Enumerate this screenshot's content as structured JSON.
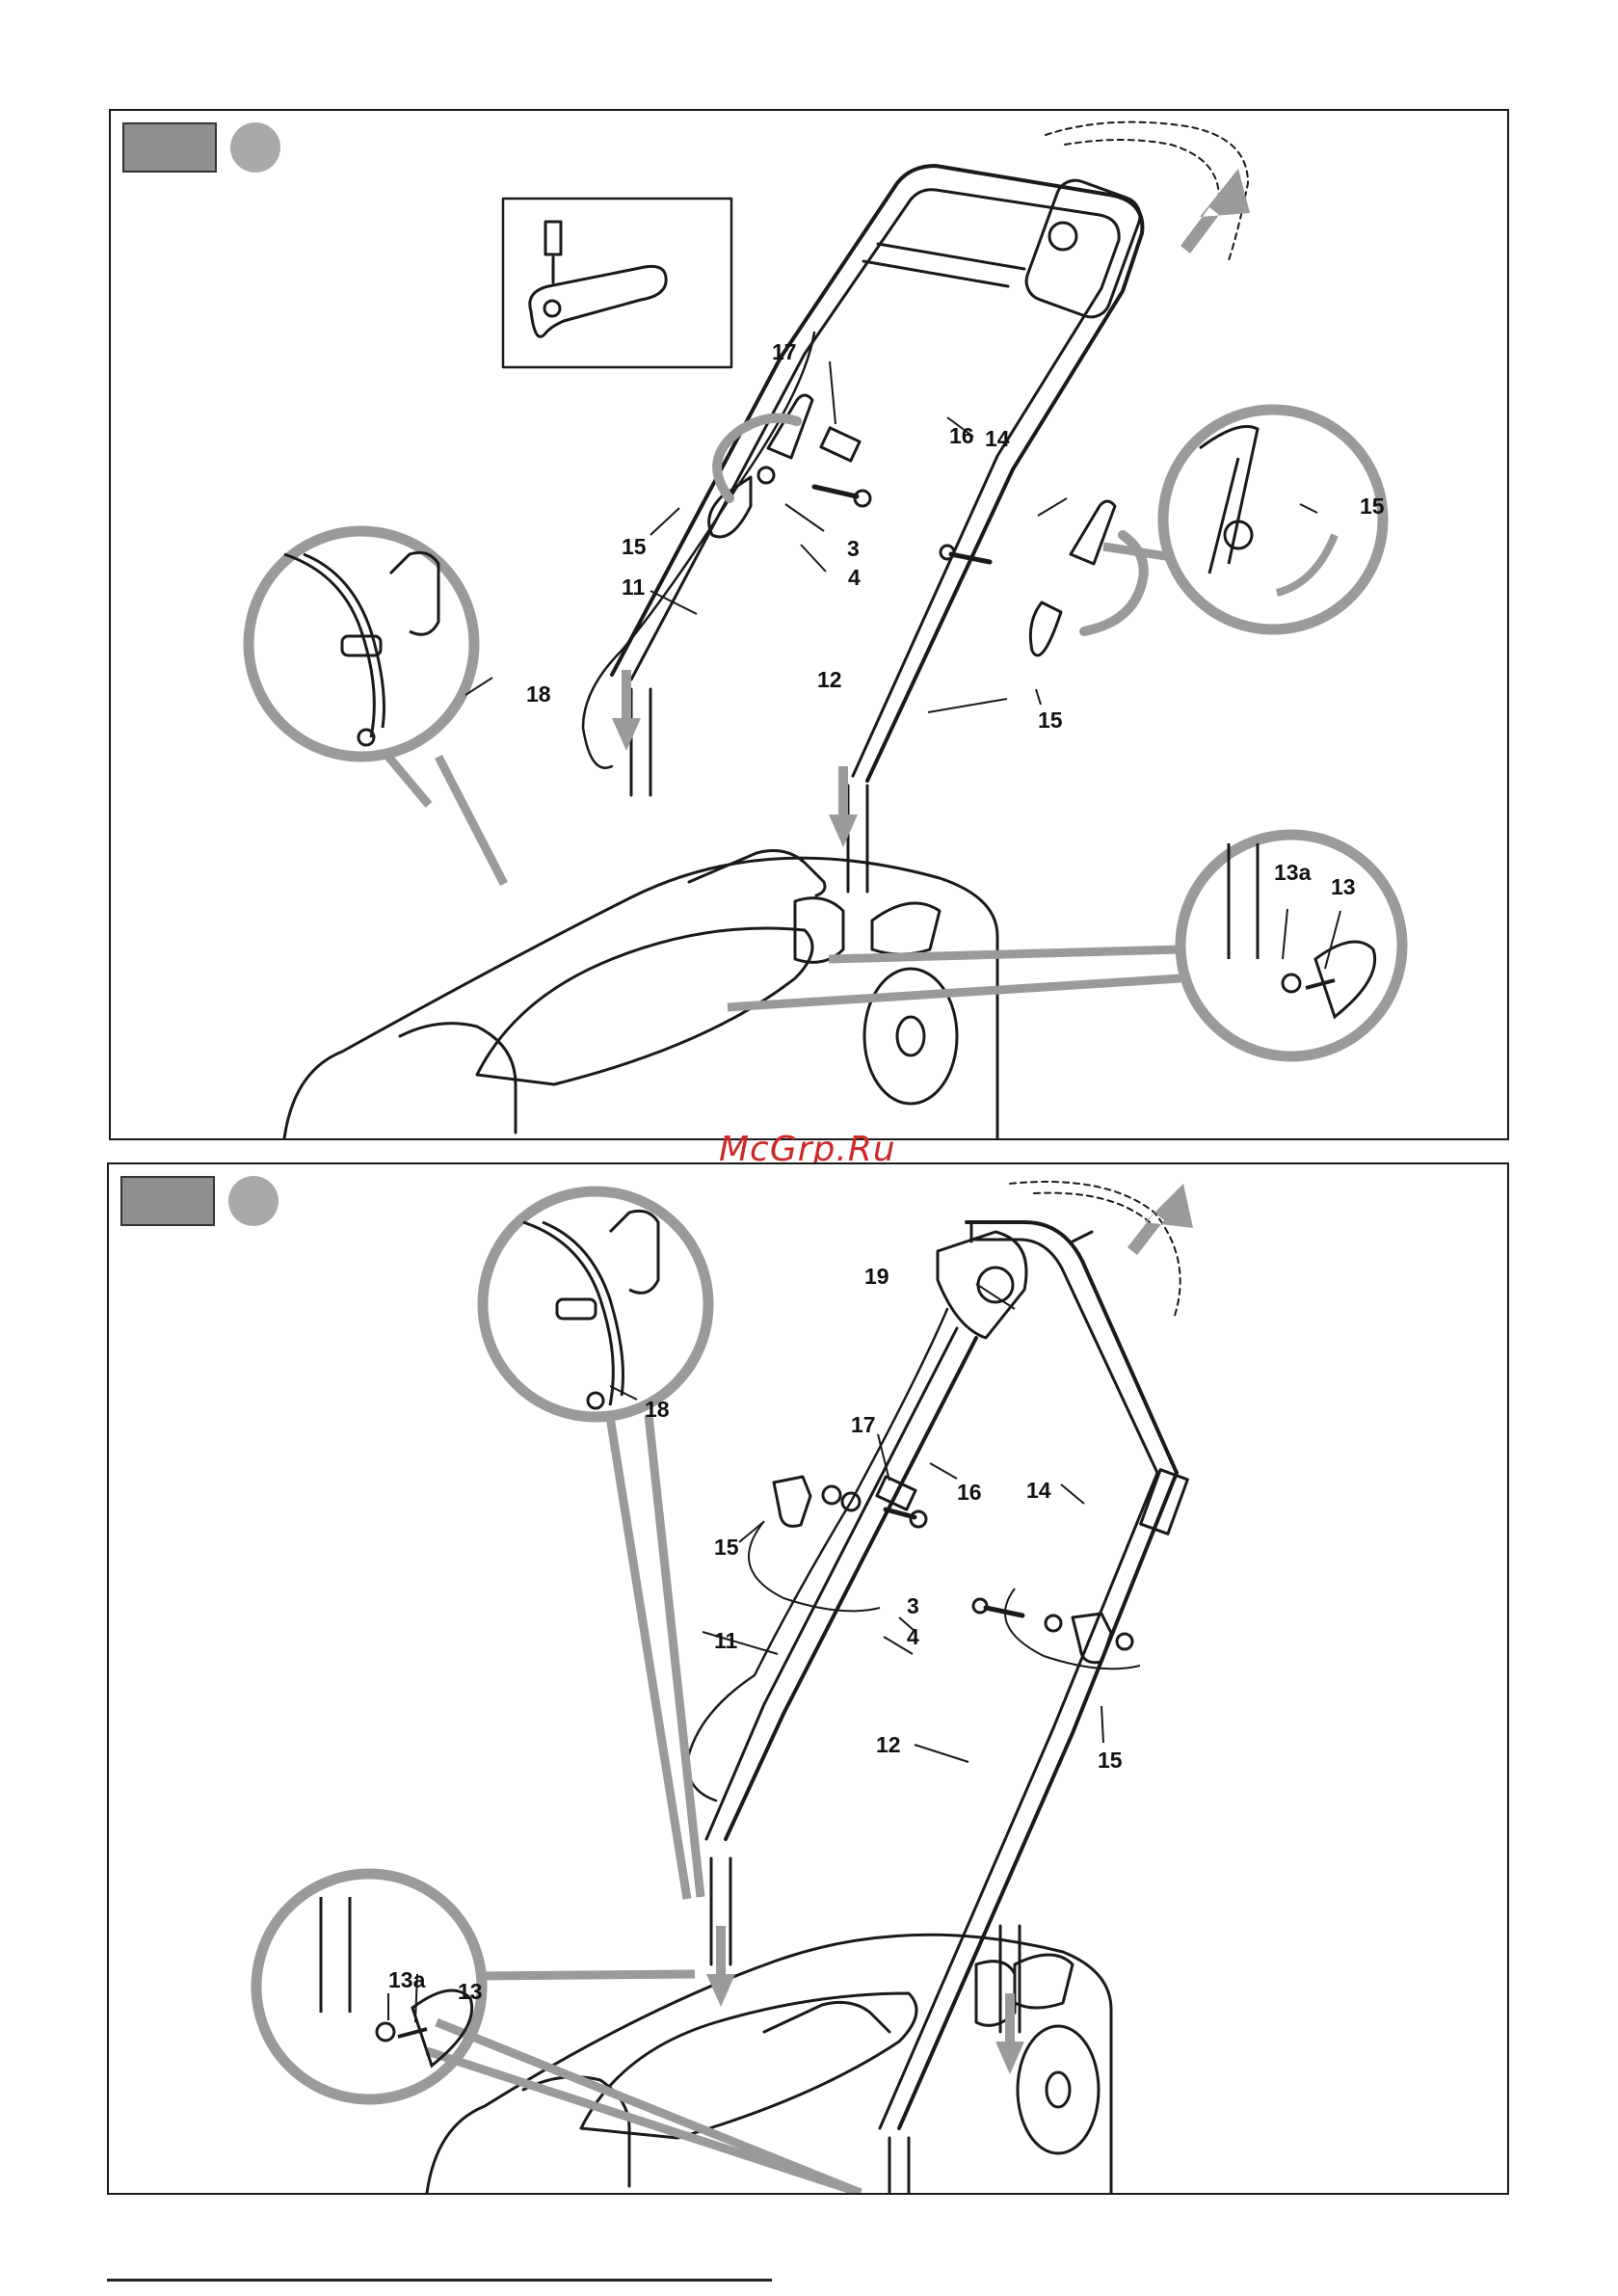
{
  "watermark": "McGrp.Ru",
  "panels": [
    {
      "id": "top",
      "callouts": {
        "c17": "17",
        "c16": "16",
        "c14": "14",
        "c15a": "15",
        "c15b": "15",
        "c15c": "15",
        "c3": "3",
        "c4": "4",
        "c11": "11",
        "c18": "18",
        "c12": "12",
        "c13a": "13a",
        "c13": "13"
      }
    },
    {
      "id": "bottom",
      "callouts": {
        "c19": "19",
        "c17": "17",
        "c16": "16",
        "c14": "14",
        "c18": "18",
        "c15a": "15",
        "c3": "3",
        "c11": "11",
        "c4": "4",
        "c12": "12",
        "c15b": "15",
        "c13a": "13a",
        "c13": "13"
      }
    }
  ],
  "colors": {
    "line": "#1a1a1a",
    "accent": "#9a9a9a",
    "tag": "#8f8f8f"
  }
}
